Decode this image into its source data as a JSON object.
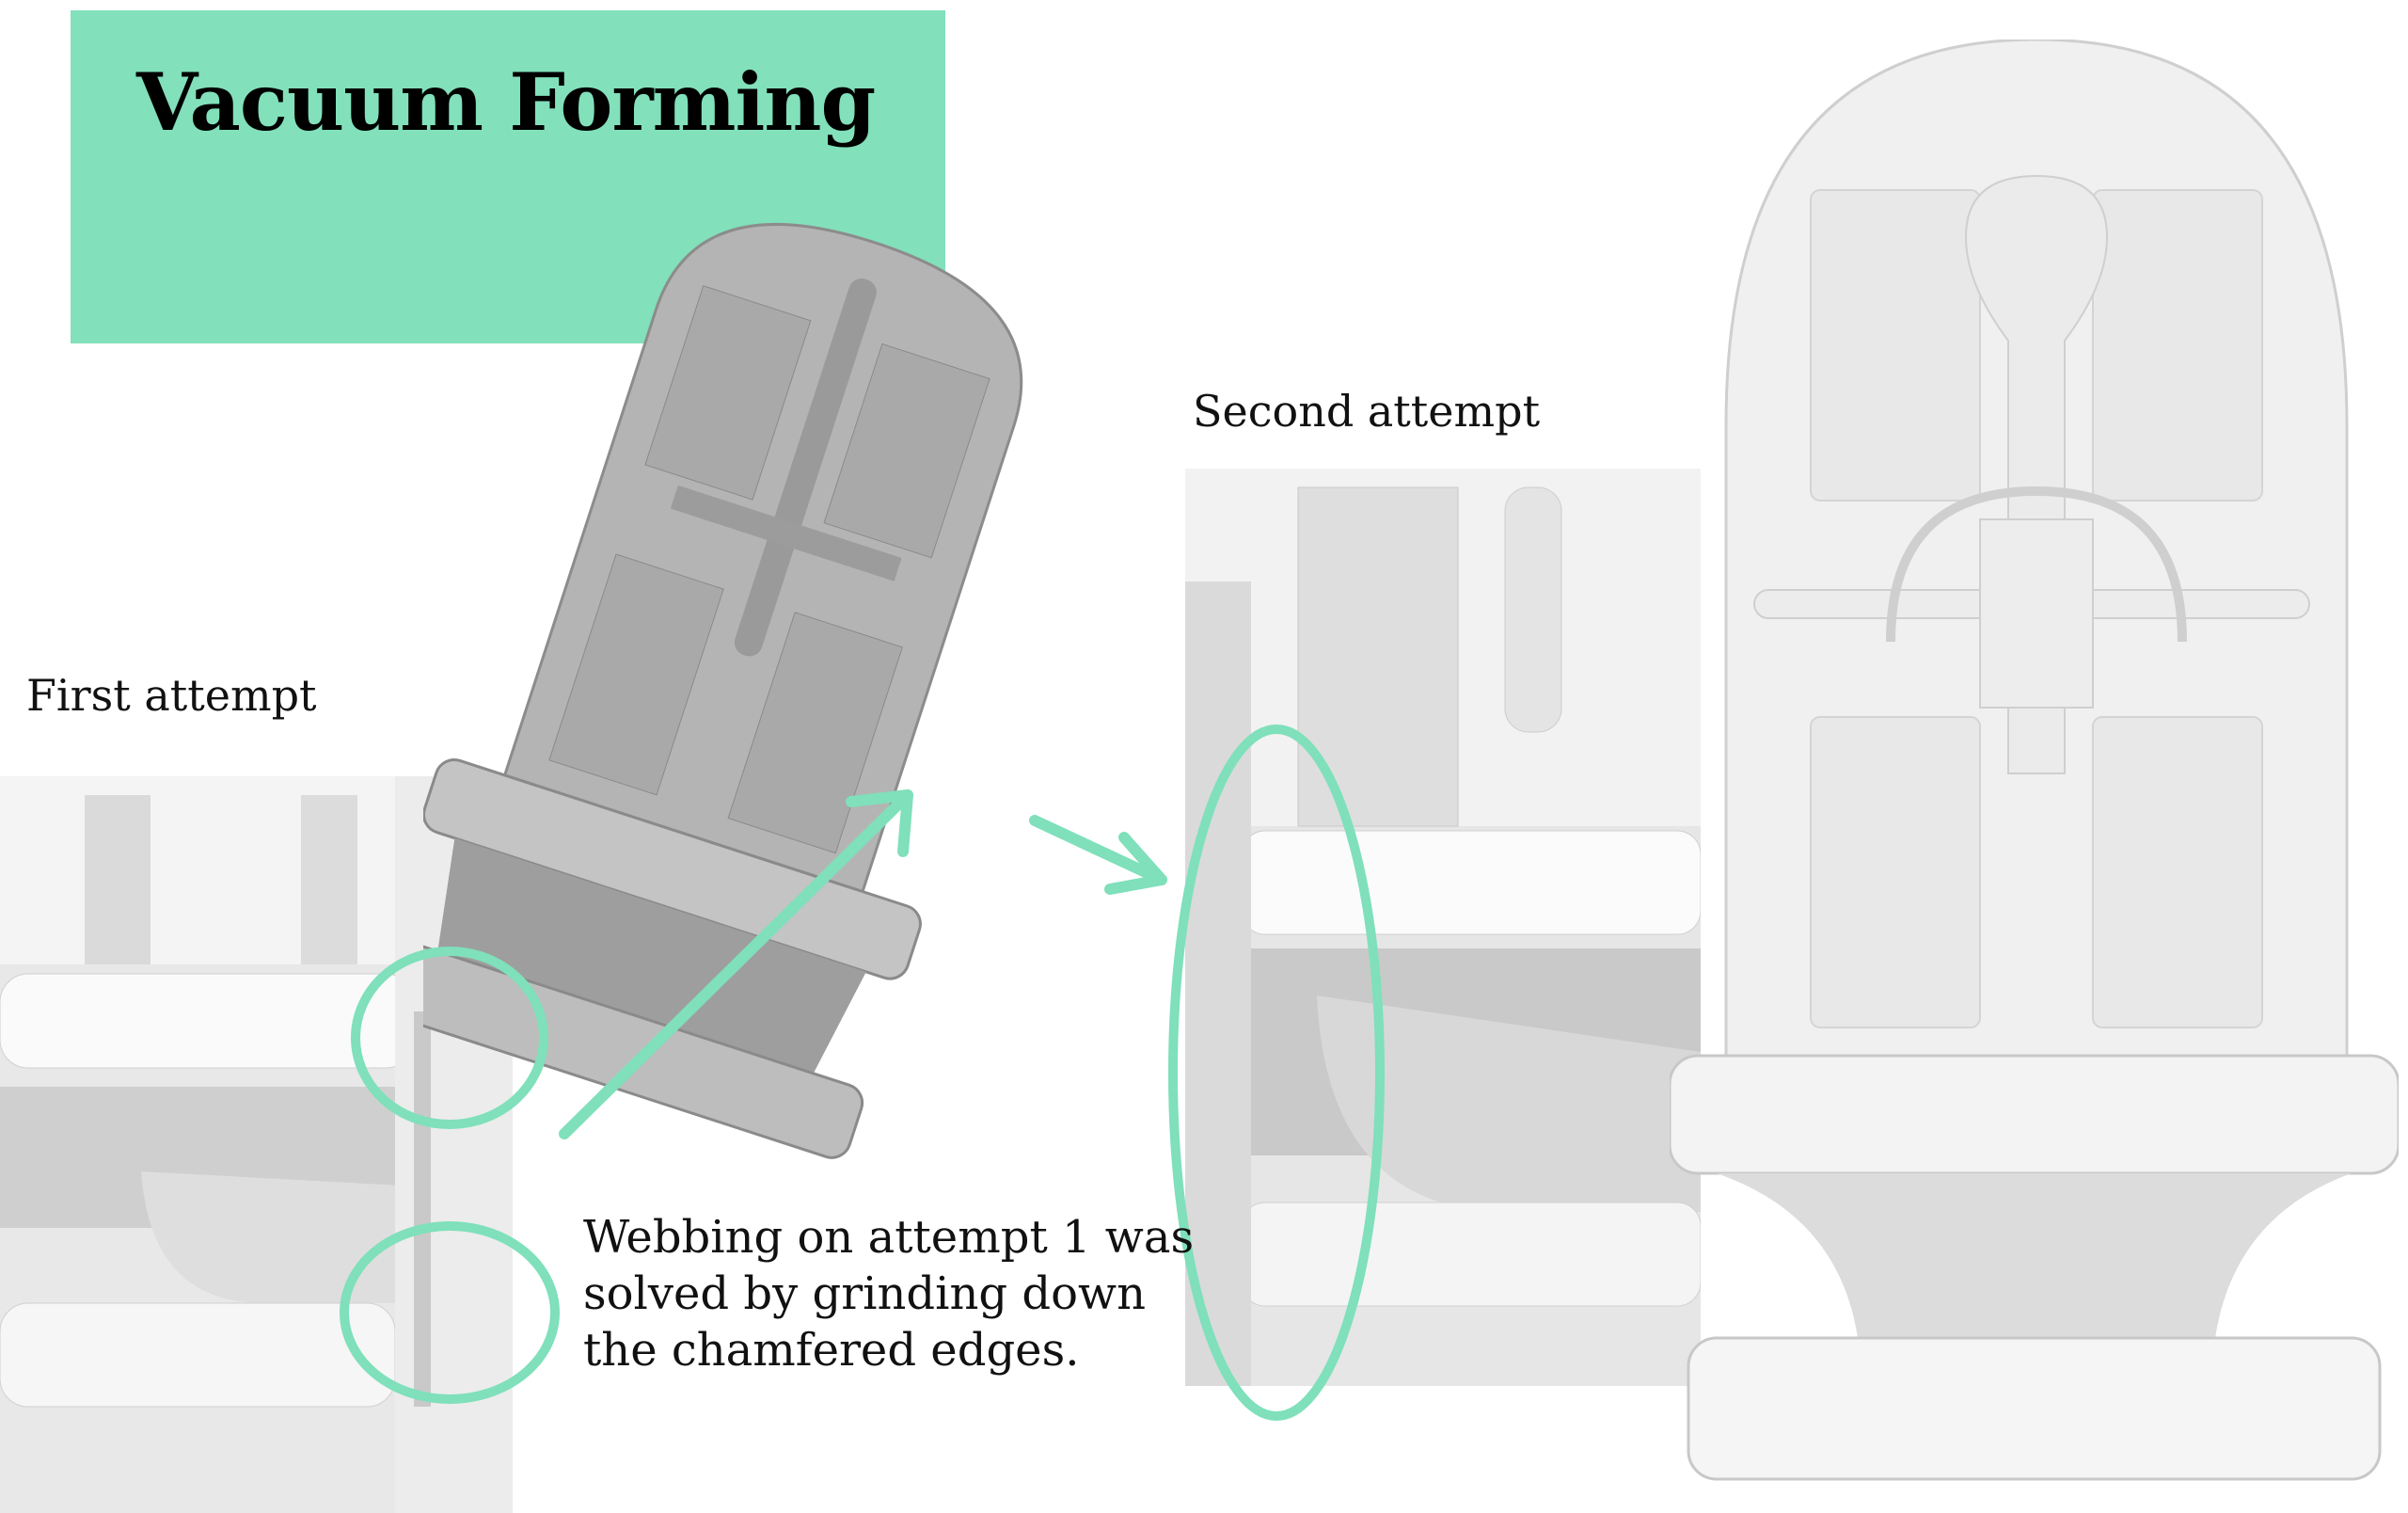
{
  "title": "Vacuum Forming",
  "captions": {
    "first_attempt": "First attempt",
    "second_attempt": "Second attempt",
    "note_lines": [
      "Webbing on attempt 1 was",
      "solved by grinding down",
      "the chamfered edges."
    ]
  },
  "colors": {
    "accent": "#82e0bb",
    "annotation": "#7fe0bb",
    "text": "#111111"
  }
}
